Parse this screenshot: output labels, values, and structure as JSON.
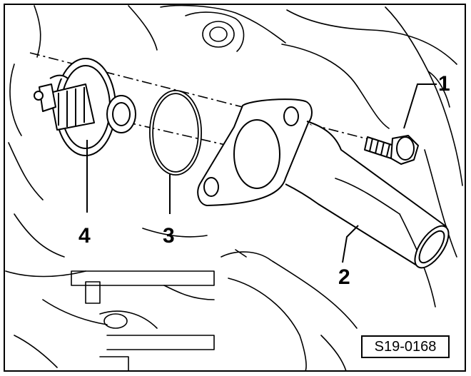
{
  "callouts": [
    {
      "number": "1",
      "part": "bolt"
    },
    {
      "number": "2",
      "part": "coolant-connection-pipe"
    },
    {
      "number": "3",
      "part": "o-ring"
    },
    {
      "number": "4",
      "part": "thermostat"
    }
  ],
  "figure_id": "S19-0168",
  "colors": {
    "line": "#000000",
    "background": "#ffffff"
  }
}
